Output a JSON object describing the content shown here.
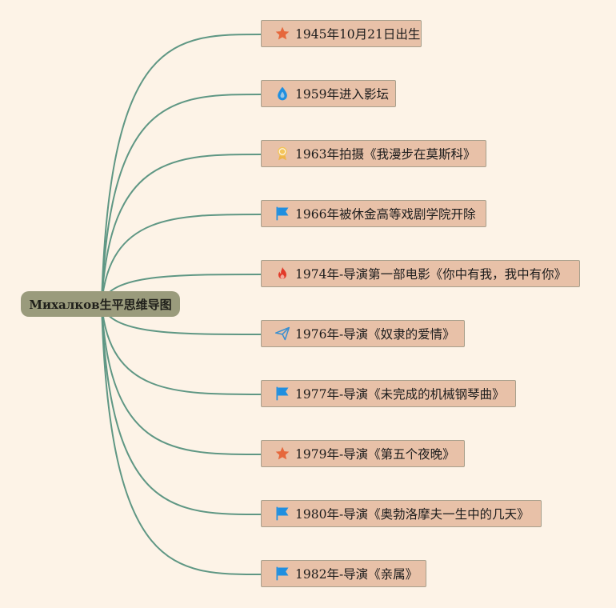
{
  "root": {
    "label": "Михалков生平思维导图"
  },
  "connector_color": "#5f9784",
  "nodes": [
    {
      "label": "1945年10月21日出生",
      "icon": "star-icon"
    },
    {
      "label": "1959年进入影坛",
      "icon": "water-drop-icon"
    },
    {
      "label": "1963年拍摄《我漫步在莫斯科》",
      "icon": "medal-icon"
    },
    {
      "label": "1966年被休金高等戏剧学院开除",
      "icon": "flag-icon"
    },
    {
      "label": "1974年-导演第一部电影《你中有我，我中有你》",
      "icon": "fire-icon"
    },
    {
      "label": "1976年-导演《奴隶的爱情》",
      "icon": "paper-plane-icon"
    },
    {
      "label": "1977年-导演《未完成的机械钢琴曲》",
      "icon": "flag-icon"
    },
    {
      "label": "1979年-导演《第五个夜晚》",
      "icon": "star-icon"
    },
    {
      "label": "1980年-导演《奥勃洛摩夫一生中的几天》",
      "icon": "flag-icon"
    },
    {
      "label": "1982年-导演《亲属》",
      "icon": "flag-icon"
    }
  ]
}
